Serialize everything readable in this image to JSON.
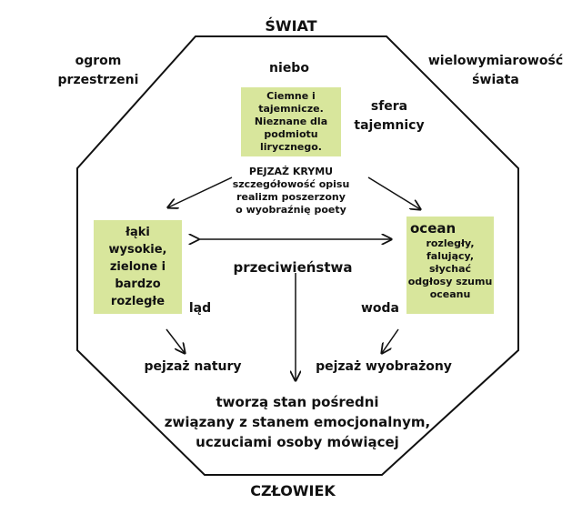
{
  "top_label": "ŚWIAT",
  "bottom_label": "CZŁOWIEK",
  "corner_left": [
    "ogrom",
    "przestrzeni"
  ],
  "corner_right": [
    "wielowymiarowość",
    "świata"
  ],
  "sky": {
    "label": "niebo",
    "box": [
      "Ciemne i",
      "tajemnicze.",
      "Nieznane dla",
      "podmiotu",
      "lirycznego."
    ],
    "sphere": [
      "sfera",
      "tajemnicy"
    ]
  },
  "center": [
    "PEJZAŻ KRYMU",
    "szczegółowość opisu",
    "realizm poszerzony",
    "o wyobraźnię poety"
  ],
  "land": {
    "box": [
      "łąki",
      "wysokie,",
      "zielone i",
      "bardzo",
      "rozległe"
    ],
    "label": "ląd",
    "result": "pejzaż natury"
  },
  "water": {
    "box_title": "ocean",
    "box": [
      "rozległy,",
      "falujący,",
      "słychać",
      "odgłosy szumu",
      "oceanu"
    ],
    "label": "woda",
    "result": "pejzaż wyobrażony"
  },
  "opposites": "przeciwieństwa",
  "conclusion": [
    "tworzą stan pośredni",
    "związany z stanem emocjonalnym,",
    "uczuciami osoby mówiącej"
  ],
  "colors": {
    "box": "#d8e69c",
    "line": "#111111"
  }
}
